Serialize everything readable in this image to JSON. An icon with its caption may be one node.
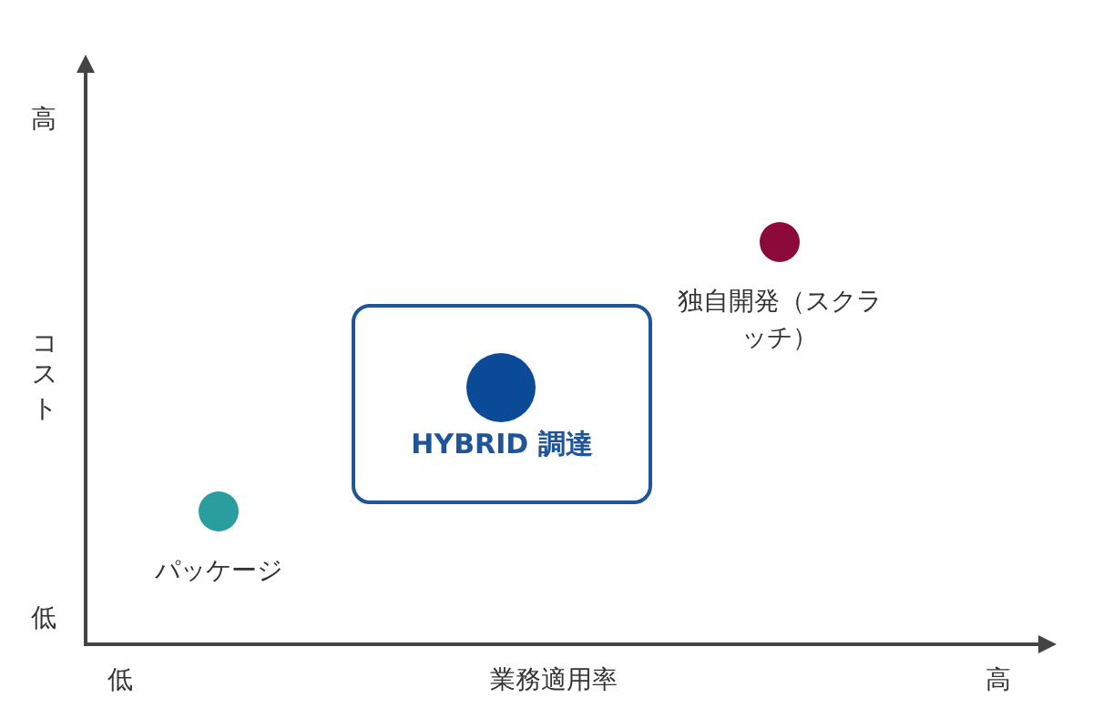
{
  "diagram": {
    "nodes": [
      {
        "text": [
          "HYBRID 調達"
        ]
      },
      {
        "text": [],
        "shape": "circle",
        "in": 0
      },
      {
        "text": [],
        "shape": "circle",
        "beside": [
          "独自開発（スクラッチ）"
        ]
      },
      {
        "text": [],
        "shape": "circle",
        "beside": [
          "パッケージ"
        ]
      }
    ],
    "edges": [],
    "labels": [
      "高",
      "コスト",
      "低",
      "低",
      "業務適用率",
      "高"
    ]
  }
}
